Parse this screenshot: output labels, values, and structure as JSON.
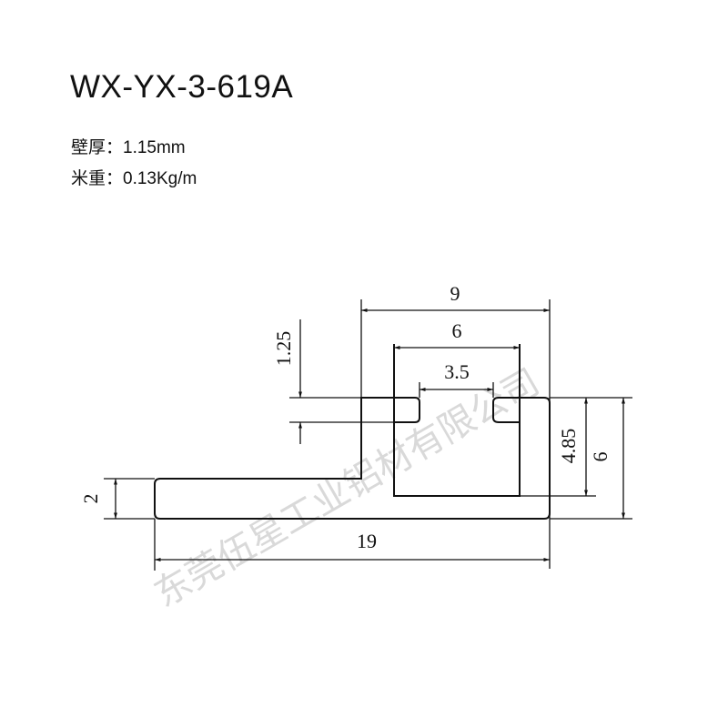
{
  "header": {
    "model": "WX-YX-3-619A",
    "wall_thickness": "壁厚：1.15mm",
    "weight_per_meter": "米重：0.13Kg/m"
  },
  "drawing": {
    "watermark": "东莞伍星工业铝材有限公司",
    "dimensions": {
      "top_width": "9",
      "inner_width": "6",
      "slot_opening": "3.5",
      "flange_thickness": "1.25",
      "base_thickness": "2",
      "total_width": "19",
      "inner_depth": "4.85",
      "total_height": "6"
    },
    "line_color": "#111111",
    "watermark_color": "#d9d9d9"
  }
}
